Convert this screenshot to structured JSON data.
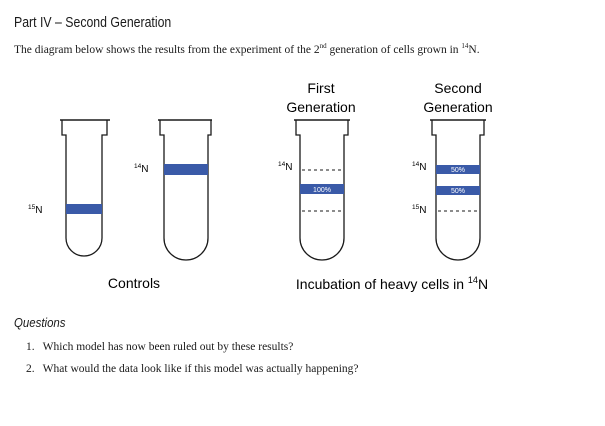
{
  "page": {
    "title": "Part IV – Second Generation",
    "intro": {
      "before_ordinal": "The diagram below shows the results from the experiment of the 2",
      "ordinal_suffix": "nd",
      "middle": " generation of cells grown in ",
      "isotope_mass": "14",
      "isotope_symbol": "N",
      "end": "."
    }
  },
  "diagram": {
    "colors": {
      "band": "#3a5aa8",
      "outline": "#1a1a1a",
      "band_text": "#ffffff"
    },
    "headings": {
      "first_line1": "First",
      "first_line2": "Generation",
      "second_line1": "Second",
      "second_line2": "Generation"
    },
    "tube_labels": {
      "n15_control": "15N",
      "n14_control": "14N",
      "n14_first": "14N",
      "n14_second": "14N",
      "n15_second": "15N"
    },
    "band_labels": {
      "first_100": "100%",
      "second_upper": "50%",
      "second_lower": "50%"
    },
    "captions": {
      "controls": "Controls",
      "incubation_prefix": "Incubation of heavy cells in ",
      "incubation_mass": "14",
      "incubation_symbol": "N"
    }
  },
  "questions": {
    "heading": "Questions",
    "items": [
      {
        "number": "1.",
        "text": "Which model has now been ruled out by these results?"
      },
      {
        "number": "2.",
        "text": "What would the data look like if this model was actually happening?"
      }
    ]
  }
}
